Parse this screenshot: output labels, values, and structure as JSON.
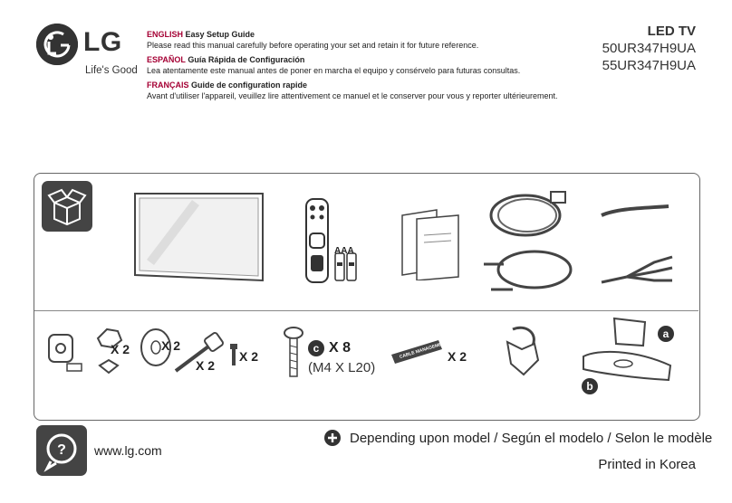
{
  "brand": {
    "name": "LG",
    "tagline": "Life's Good"
  },
  "languages": [
    {
      "lang": "ENGLISH",
      "title": "Easy Setup Guide",
      "text": "Please read this manual carefully before operating your set and retain it for future reference."
    },
    {
      "lang": "ESPAÑOL",
      "title": "Guía Rápida de Configuración",
      "text": "Lea atentamente este manual antes de poner en marcha el equipo y consérvelo para futuras consultas."
    },
    {
      "lang": "FRANÇAIS",
      "title": "Guide de configuration rapide",
      "text": "Avant d'utiliser l'appareil, veuillez lire attentivement ce manuel et le conserver pour vous y reporter ultérieurement."
    }
  ],
  "product": {
    "type": "LED TV",
    "models": [
      "50UR347H9UA",
      "55UR347H9UA"
    ]
  },
  "contents": {
    "battery_label": "AAA",
    "qty_x2": "X 2",
    "qty_x8": "X 8",
    "screw_spec": "(M4 X L20)",
    "cable_mgmt_label": "CABLE MANAGEMENT",
    "marker_a": "a",
    "marker_b": "b",
    "marker_c": "c"
  },
  "footer": {
    "website": "www.lg.com",
    "note": "Depending upon model / Según el modelo / Selon le modèle",
    "printed": "Printed in Korea"
  },
  "colors": {
    "accent": "#a50034",
    "dark": "#333333"
  }
}
